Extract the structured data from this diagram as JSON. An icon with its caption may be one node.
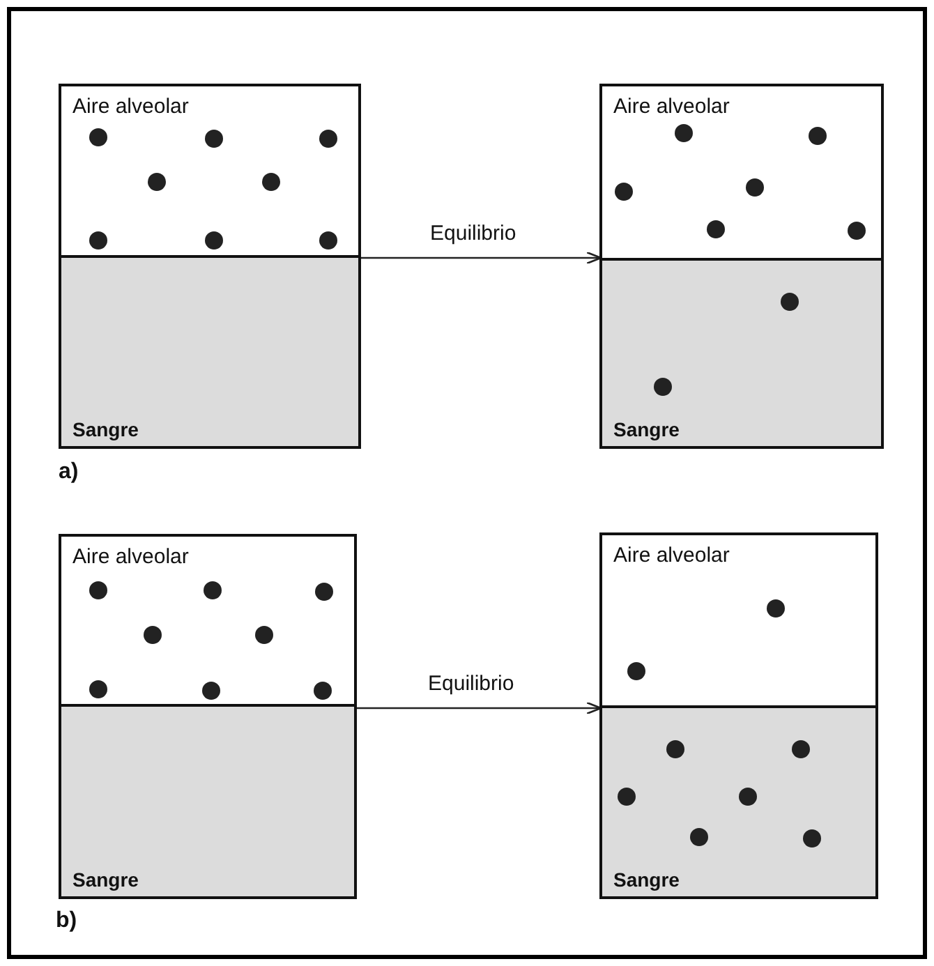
{
  "diagram": {
    "nodes": [
      {
        "text": [],
        "shape": "box"
      },
      {
        "text": [
          "Aire alveolar"
        ],
        "in": 0
      },
      {
        "text": [
          "Sangre"
        ],
        "in": 0
      },
      {
        "text": [],
        "shape": "box"
      },
      {
        "text": [
          "Aire alveolar"
        ],
        "in": 3
      },
      {
        "text": [
          "Sangre"
        ],
        "in": 3
      },
      {
        "text": [],
        "shape": "box"
      },
      {
        "text": [
          "Aire alveolar"
        ],
        "in": 6
      },
      {
        "text": [
          "Sangre"
        ],
        "in": 6
      },
      {
        "text": [],
        "shape": "box"
      },
      {
        "text": [
          "Aire alveolar"
        ],
        "in": 9
      },
      {
        "text": [
          "Sangre"
        ],
        "in": 9
      }
    ],
    "edges": [
      {
        "from": 0,
        "to": 3,
        "arrow": "to",
        "label": "Equilibrio"
      },
      {
        "from": 6,
        "to": 9,
        "arrow": "to",
        "label": "Equilibrio"
      }
    ],
    "labels": [
      "a)",
      "b)"
    ]
  }
}
